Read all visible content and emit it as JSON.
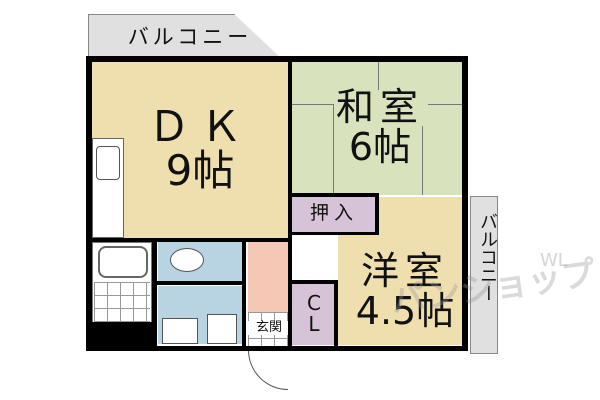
{
  "floorplan": {
    "rooms": {
      "balcony_top": {
        "label": "バルコニー"
      },
      "dk": {
        "line1": "ＤＫ",
        "line2": "9帖"
      },
      "washitsu": {
        "line1": "和室",
        "line2": "6帖"
      },
      "oshiire": {
        "label": "押入"
      },
      "youshitsu": {
        "line1": "洋室",
        "line2": "4.5帖"
      },
      "closet": {
        "line1": "C",
        "line2": "L"
      },
      "genkan": {
        "label": "玄関"
      },
      "balcony_right": {
        "label": "バルコニー"
      }
    },
    "colors": {
      "dk": "#f0dfae",
      "washitsu": "#d8e2bc",
      "youshitsu": "#f0dfae",
      "storage": "#d6c3d8",
      "wet": "#b8d4e2",
      "hall": "#f4c8b4",
      "balcony": "#e0e0e0"
    },
    "watermark": {
      "text": "パンショップ",
      "small": "WL"
    }
  }
}
